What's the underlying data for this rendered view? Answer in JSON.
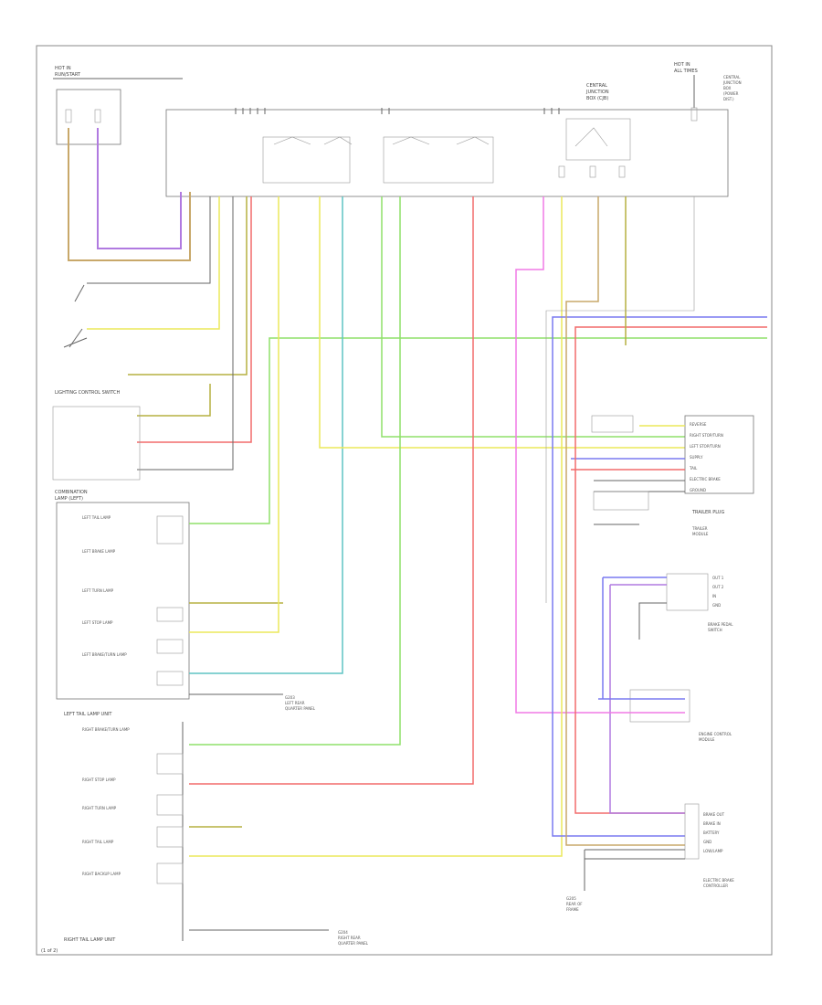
{
  "colors": {
    "background": "#ffffff",
    "frame": "#888888",
    "wire_gray": "#666666",
    "wire_yellow": "#ece85a",
    "wire_green": "#8fe06a",
    "wire_red": "#f26b6b",
    "wire_pink": "#f07ae6",
    "wire_blue": "#7a7af0",
    "wire_purple": "#b07ae0",
    "wire_teal": "#5fc4c4",
    "wire_tan": "#c8a86a",
    "wire_olive": "#b5b040"
  },
  "labels": {
    "left_top": [
      "HOT IN",
      "RUN/START"
    ],
    "right_top": [
      "HOT IN",
      "ALL TIMES"
    ],
    "central_junction": [
      "CENTRAL",
      "JUNCTION",
      "BOX (CJB)"
    ],
    "power_dist": [
      "CENTRAL",
      "JUNCTION",
      "BOX",
      "(POWER",
      "DIST.)"
    ],
    "lighting_switch": "LIGHTING CONTROL SWITCH",
    "combination_lamp_left": [
      "COMBINATION",
      "LAMP (LEFT)"
    ],
    "left_tail_lamp_unit": "LEFT TAIL LAMP UNIT",
    "right_tail_lamp_unit": "RIGHT TAIL LAMP UNIT",
    "trailer_plug": "TRAILER PLUG",
    "trailer_module": [
      "TRAILER",
      "MODULE"
    ],
    "brake_pedal_switch": [
      "BRAKE PEDAL",
      "SWITCH"
    ],
    "engine_control": [
      "ENGINE CONTROL",
      "MODULE"
    ],
    "electric_brake": [
      "ELECTRIC BRAKE",
      "CONTROLLER"
    ],
    "ground_left": [
      "G203",
      "LEFT REAR",
      "QUARTER PANEL"
    ],
    "ground_right": [
      "G204",
      "RIGHT REAR",
      "QUARTER PANEL"
    ],
    "ground_bottom": [
      "G205",
      "REAR OF",
      "FRAME"
    ],
    "lamps_left": [
      "LEFT TAIL LAMP",
      "LEFT BRAKE LAMP",
      "LEFT TURN LAMP",
      "LEFT STOP LAMP",
      "LEFT BRAKE/TURN LAMP"
    ],
    "lamps_right": [
      "RIGHT BRAKE/TURN LAMP",
      "RIGHT STOP LAMP",
      "RIGHT TURN LAMP",
      "RIGHT TAIL LAMP",
      "RIGHT BACKUP LAMP"
    ],
    "trailer_pins": [
      "REVERSE",
      "RIGHT STOP/TURN",
      "LEFT STOP/TURN",
      "SUPPLY",
      "TAIL",
      "ELECTRIC BRAKE",
      "GROUND"
    ],
    "brake_pins": [
      "OUT 1",
      "OUT 2",
      "IN",
      "GND"
    ],
    "electric_brake_pins": [
      "BRAKE OUT",
      "BRAKE IN",
      "BATTERY",
      "GND",
      "LOW/LAMP"
    ],
    "footer": "(1 of 2)"
  }
}
